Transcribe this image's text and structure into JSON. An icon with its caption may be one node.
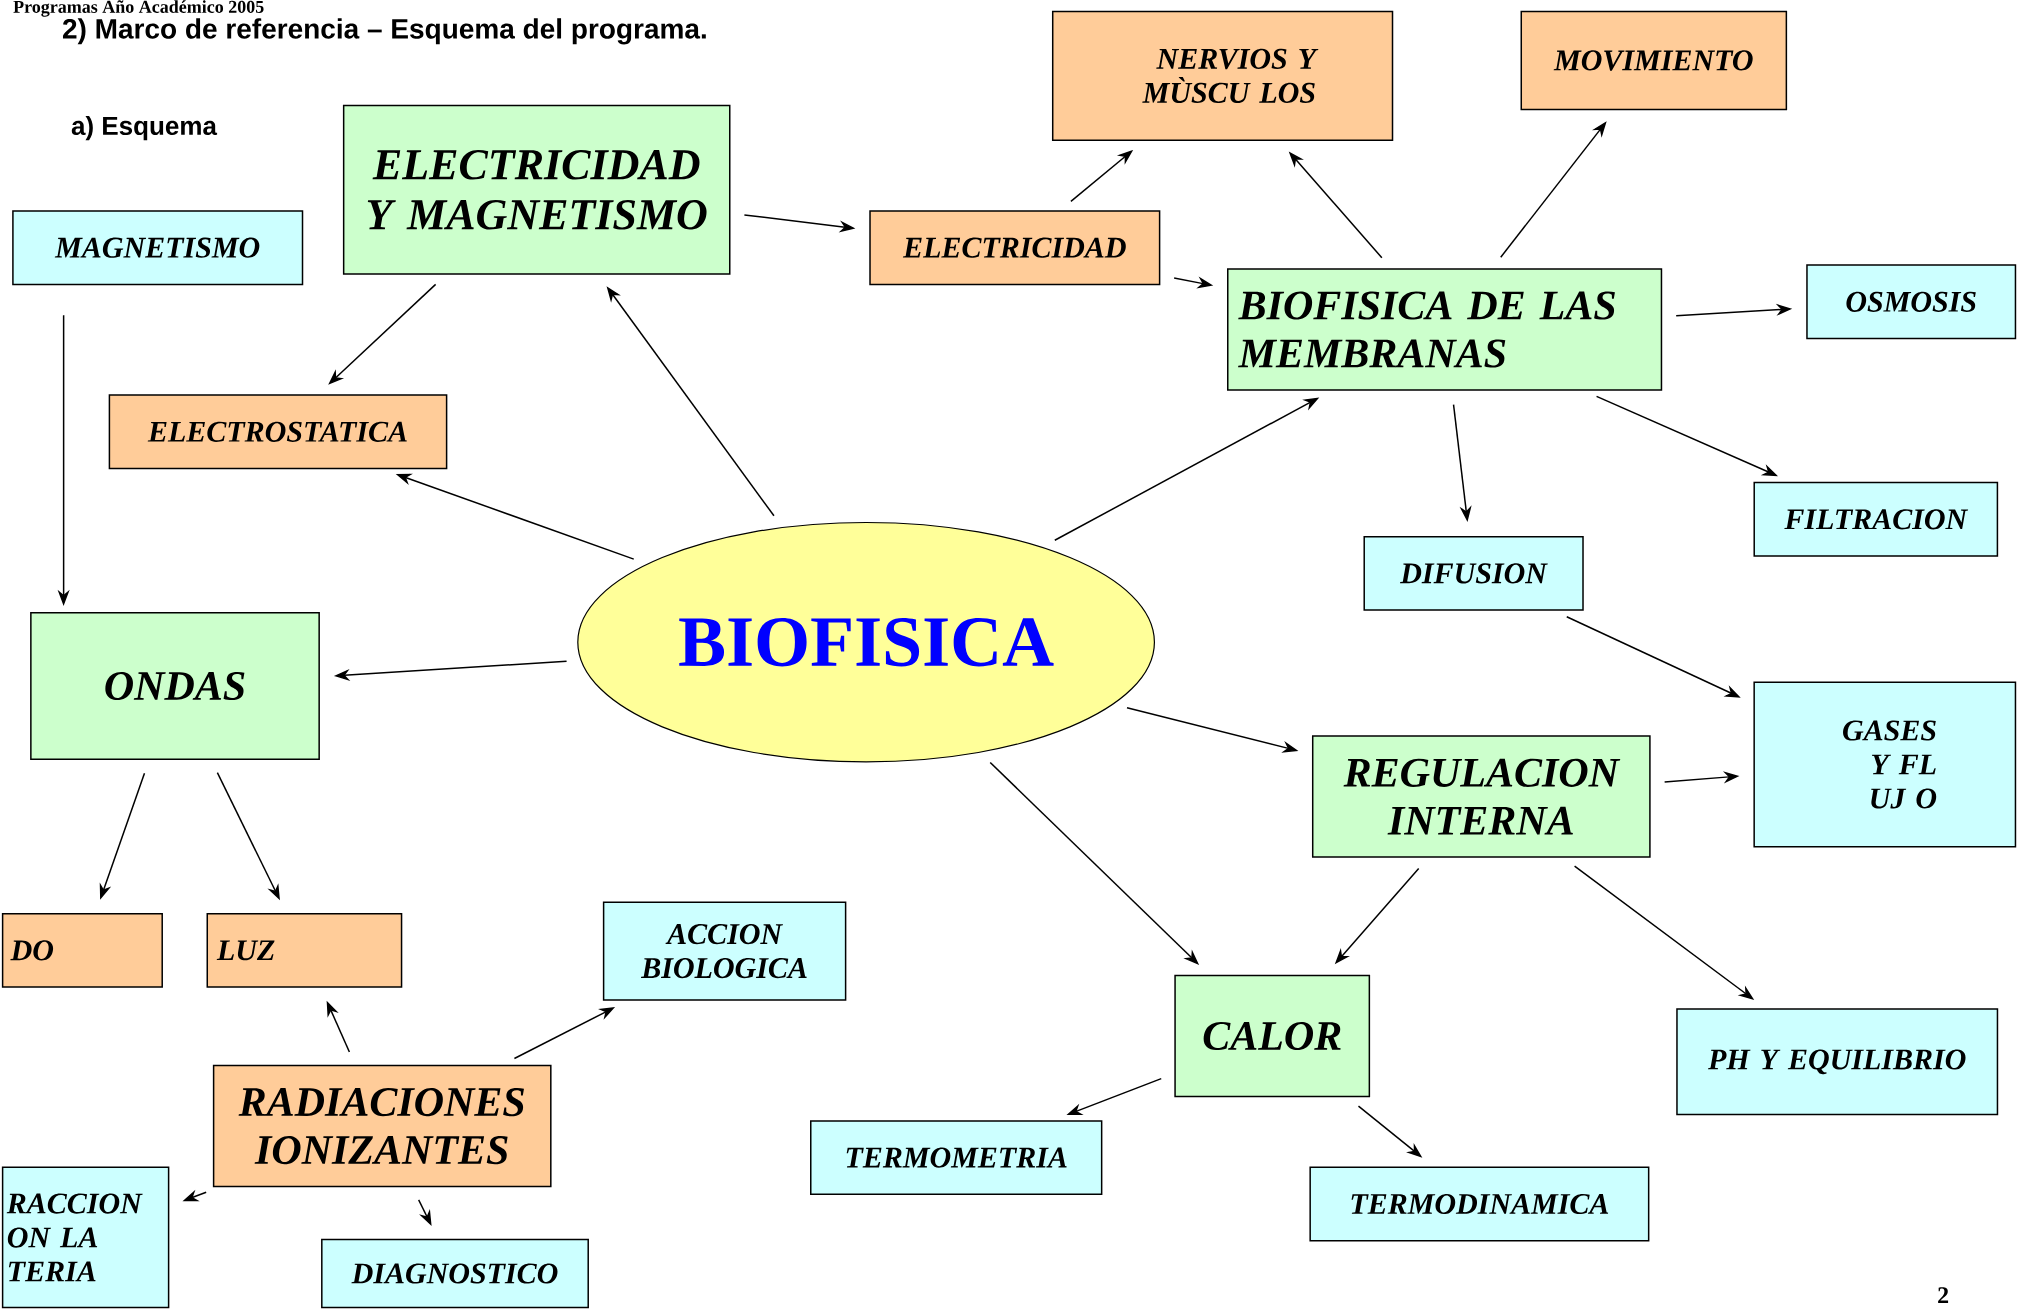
{
  "diagram": {
    "title": "2) Marco de referencia – Esquema del programa.",
    "nodes": [
      {
        "text": [
          "NERVIOS Y MÙSCU LOS"
        ]
      },
      {
        "text": [
          "MOVIMIENTO"
        ]
      },
      {
        "text": [
          "ELECTRICIDAD Y MAGNETISMO"
        ]
      },
      {
        "text": [
          "MAGNETISMO"
        ]
      },
      {
        "text": [
          "ELECTRICIDAD"
        ]
      },
      {
        "text": [
          "BIOFISICA DE LAS MEMBRANAS"
        ]
      },
      {
        "text": [
          "OSMOSIS"
        ]
      },
      {
        "text": [
          "ELECTROSTATICA"
        ]
      },
      {
        "text": [
          "FILTRACION"
        ]
      },
      {
        "text": [
          "DIFUSION"
        ]
      },
      {
        "text": [
          "BIOFISICA"
        ]
      },
      {
        "text": [
          "ONDAS"
        ]
      },
      {
        "text": [
          "GASES Y FL UJ O"
        ]
      },
      {
        "text": [
          "REGULACION INTERNA"
        ]
      },
      {
        "text": [
          "DO"
        ]
      },
      {
        "text": [
          "LUZ"
        ]
      },
      {
        "text": [
          "ACCION BIOLOGICA"
        ]
      },
      {
        "text": [
          "CALOR"
        ]
      },
      {
        "text": [
          "PH Y EQUILIBRIO"
        ]
      },
      {
        "text": [
          "RADIACIONES IONIZANTES"
        ]
      },
      {
        "text": [
          "TERMOMETRIA"
        ]
      },
      {
        "text": [
          "TERMODINAMICA"
        ]
      },
      {
        "text": [
          "RACCION ON LA TERIA"
        ]
      },
      {
        "text": [
          "DIAGNOSTICO"
        ]
      }
    ],
    "edges": [
      {
        "from": 10,
        "to": 2,
        "arrow": "to"
      },
      {
        "from": 10,
        "to": 7,
        "arrow": "to"
      },
      {
        "from": 10,
        "to": 11,
        "arrow": "to"
      },
      {
        "from": 10,
        "to": 5,
        "arrow": "to"
      },
      {
        "from": 10,
        "to": 13,
        "arrow": "to"
      },
      {
        "from": 10,
        "to": 17,
        "arrow": "to"
      },
      {
        "from": 2,
        "to": 4,
        "arrow": "to"
      },
      {
        "from": 2,
        "to": 7,
        "arrow": "to"
      },
      {
        "from": 3,
        "to": 11,
        "arrow": "to"
      },
      {
        "from": 4,
        "to": 0,
        "arrow": "to"
      },
      {
        "from": 4,
        "to": 5,
        "arrow": "to"
      },
      {
        "from": 5,
        "to": 0,
        "arrow": "to"
      },
      {
        "from": 5,
        "to": 1,
        "arrow": "to"
      },
      {
        "from": 5,
        "to": 6,
        "arrow": "to"
      },
      {
        "from": 5,
        "to": 8,
        "arrow": "to"
      },
      {
        "from": 5,
        "to": 9,
        "arrow": "to"
      },
      {
        "from": 9,
        "to": 12,
        "arrow": "to"
      },
      {
        "from": 13,
        "to": 12,
        "arrow": "to"
      },
      {
        "from": 13,
        "to": 18,
        "arrow": "to"
      },
      {
        "from": 13,
        "to": 17,
        "arrow": "to"
      },
      {
        "from": 17,
        "to": 20,
        "arrow": "to"
      },
      {
        "from": 17,
        "to": 21,
        "arrow": "to"
      },
      {
        "from": 11,
        "to": 14,
        "arrow": "to"
      },
      {
        "from": 11,
        "to": 15,
        "arrow": "to"
      },
      {
        "from": 19,
        "to": 15,
        "arrow": "to"
      },
      {
        "from": 19,
        "to": 16,
        "arrow": "to"
      },
      {
        "from": 19,
        "to": 22,
        "arrow": "to"
      },
      {
        "from": 19,
        "to": 23,
        "arrow": "to"
      }
    ],
    "labels": [
      "Programas Año Académico 2005",
      "a) Esquema",
      "2"
    ]
  }
}
